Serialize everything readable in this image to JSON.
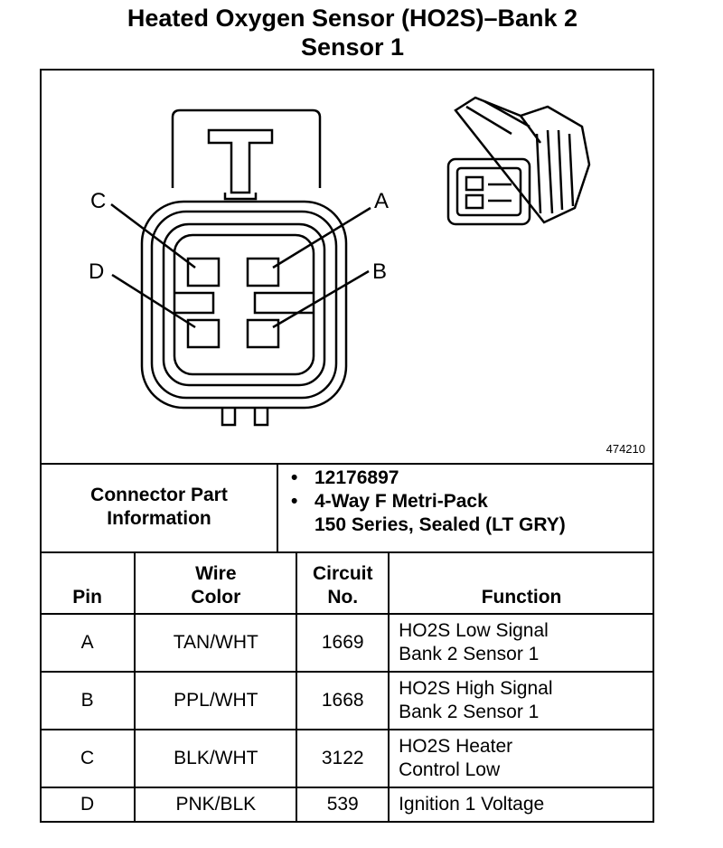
{
  "title": [
    "Heated Oxygen Sensor (HO2S)–Bank 2",
    "Sensor 1"
  ],
  "diagram": {
    "figure_number": "474210",
    "pin_labels": {
      "A": "A",
      "B": "B",
      "C": "C",
      "D": "D"
    }
  },
  "connector_info": {
    "label": [
      "Connector Part",
      "Information"
    ],
    "items": [
      {
        "lines": [
          "12176897"
        ]
      },
      {
        "lines": [
          "4-Way F Metri-Pack",
          "150 Series, Sealed (LT GRY)"
        ]
      }
    ]
  },
  "table": {
    "headers": {
      "pin": "Pin",
      "wire_color": [
        "Wire",
        "Color"
      ],
      "circuit": [
        "Circuit",
        "No."
      ],
      "function": "Function"
    },
    "rows": [
      {
        "pin": "A",
        "wire_color": "TAN/WHT",
        "circuit": "1669",
        "function": [
          "HO2S Low Signal",
          "Bank 2 Sensor 1"
        ]
      },
      {
        "pin": "B",
        "wire_color": "PPL/WHT",
        "circuit": "1668",
        "function": [
          "HO2S High Signal",
          "Bank 2 Sensor 1"
        ]
      },
      {
        "pin": "C",
        "wire_color": "BLK/WHT",
        "circuit": "3122",
        "function": [
          "HO2S Heater",
          "Control Low"
        ]
      },
      {
        "pin": "D",
        "wire_color": "PNK/BLK",
        "circuit": "539",
        "function": [
          "Ignition 1 Voltage"
        ]
      }
    ]
  }
}
